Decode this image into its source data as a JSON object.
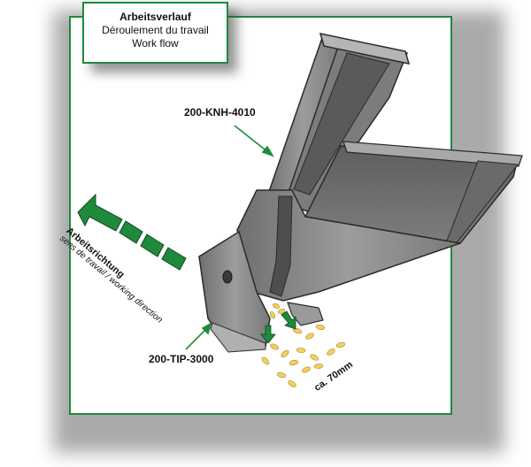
{
  "title": {
    "de": "Arbeitsverlauf",
    "fr": "Déroulement du travail",
    "en": "Work flow"
  },
  "labels": {
    "knh_part": "200-KNH-4010",
    "tip_part": "200-TIP-3000",
    "direction_de": "Arbeitsrichtung",
    "direction_fr_en": "sens de travail / working direction",
    "distance": "ca. 70mm"
  },
  "colors": {
    "frame_green": "#1e8a3c",
    "arrow_green": "#1f8a3b",
    "metal_gray": "#8a8a8a",
    "seed_yellow": "#f0d060"
  }
}
